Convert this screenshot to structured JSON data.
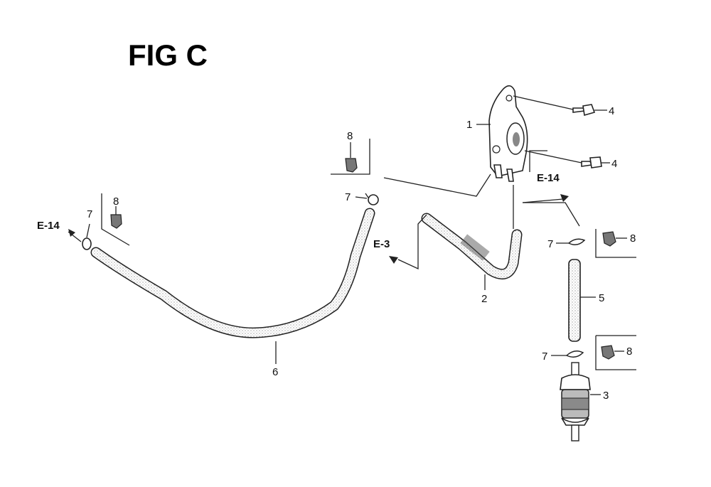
{
  "figure": {
    "title": "FIG C"
  },
  "callouts": {
    "p1": "1",
    "p2": "2",
    "p3": "3",
    "p4a": "4",
    "p4b": "4",
    "p5": "5",
    "p6": "6",
    "p7a": "7",
    "p7b": "7",
    "p7c": "7",
    "p7d": "7",
    "p8a": "8",
    "p8b": "8",
    "p8c": "8",
    "p8d": "8"
  },
  "references": {
    "e14_left": "E-14",
    "e14_right": "E-14",
    "e3": "E-3"
  }
}
